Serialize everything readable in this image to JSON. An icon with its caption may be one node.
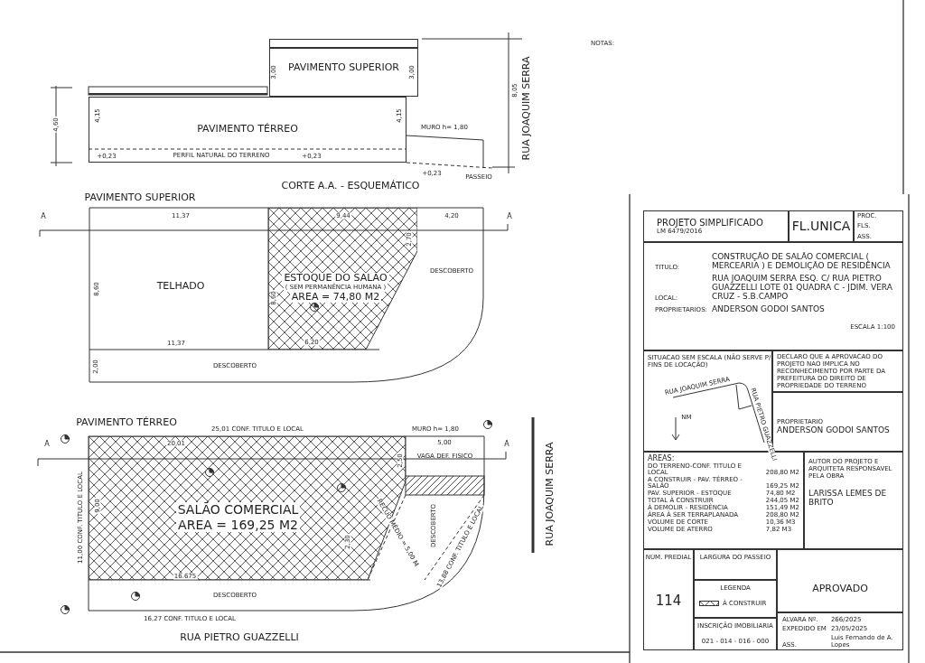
{
  "diagram": {
    "nodes": [
      {
        "text": [
          "PAVIMENTO SUPERIOR"
        ]
      },
      {
        "text": [
          "PAVIMENTO TÉRREO"
        ]
      },
      {
        "text": [
          "TELHADO"
        ]
      },
      {
        "text": [
          "ESTOQUE DO SALÃO",
          "( SEM PERMANÊNCIA HUMANA )",
          "AREA = 74,80 M2"
        ]
      },
      {
        "text": [
          "DESCOBERTO"
        ]
      },
      {
        "text": [
          "DESCOBERTO"
        ]
      },
      {
        "text": [
          "SALÃO COMERCIAL",
          "AREA = 169,25 M2"
        ]
      },
      {
        "text": [
          "DESCOBERTO"
        ]
      },
      {
        "text": [
          "DESCOBERTO"
        ]
      },
      {
        "text": [
          "VAGA DEF. FISICO"
        ]
      },
      {
        "text": [
          "PROJETO SIMPLIFICADO",
          "LM 6479/2016"
        ]
      },
      {
        "text": [
          "FL.UNICA"
        ]
      },
      {
        "text": [
          "PROC.",
          "FLS.",
          "ASS."
        ]
      },
      {
        "text": [
          "TITULO:",
          "CONSTRUÇÃO DE SALÃO COMERCIAL ( MERCEARIA ) E DEMOLIÇÃO DE RESIDÊNCIA",
          "LOCAL:",
          "RUA JOAQUIM SERRA ESQ. C/ RUA PIETRO GUAZZELLI LOTE 01 QUADRA C - JDIM. VERA CRUZ - S.B.CAMPO",
          "PROPRIETARIOS:",
          "ANDERSON GODOI SANTOS",
          "ESCALA 1:100"
        ]
      },
      {
        "text": [
          "SITUACAO SEM ESCALA (NÃO SERVE P/ FINS DE LOCAÇÃO)"
        ]
      },
      {
        "text": [
          "DECLARO QUE A APROVACAO DO PROJETO NAO IMPLICA NO RECONHECIMENTO POR PARTE DA PREFEITURA DO DIREITO DE PROPRIEDADE DO TERRENO"
        ]
      },
      {
        "text": [
          "PROPRIETARIO",
          "ANDERSON GODOI SANTOS"
        ]
      },
      {
        "text": [
          "AREAS:",
          "DO TERRENO-CONF. TITULO E LOCAL",
          "208,80 M2",
          "A CONSTRUIR - PAV. TÉRREO - SALÃO",
          "169,25 M2",
          "PAV. SUPERIOR - ESTOQUE",
          "74,80 M2",
          "TOTAL À CONSTRUIR",
          "244,05 M2",
          "À DEMOLIR - RESIDÊNCIA",
          "151,49 M2",
          "ÁREA À SER TERRAPLANADA",
          "208,80 M2",
          "VOLUME DE CORTE",
          "10,36 M3",
          "VOLUME DE ATERRO",
          "7,82 M3"
        ]
      },
      {
        "text": [
          "AUTOR DO PROJETO E ARQUITETA RESPONSAVEL PELA OBRA",
          "LARISSA LEMES DE BRITO"
        ]
      },
      {
        "text": [
          "NUM. PREDIAL",
          "114"
        ]
      },
      {
        "text": [
          "LARGURA DO PASSEIO"
        ]
      },
      {
        "text": [
          "LEGENDA"
        ]
      },
      {
        "text": [
          "INSCRIÇÃO IMOBILIARIA",
          "021 - 014 - 016 - 000"
        ]
      },
      {
        "text": [
          "APROVADO"
        ]
      },
      {
        "text": [
          "ALVARA Nº.",
          "266/2025",
          "EXPEDIDO EM",
          "23/05/2025",
          "ASS.",
          "Luis Fernando de A. Lopes"
        ]
      }
    ],
    "labels": [
      "4,60",
      "4,15",
      "3,00",
      "3,00",
      "4,15",
      "8,05",
      "RUA JOAQUIM SERRA",
      "MURO h= 1,80",
      "+0,23",
      "PERFIL NATURAL DO TERRENO",
      "+0,23",
      "+0,23",
      "PASSEIO",
      "CORTE A.A. - ESQUEMÁTICO",
      "PAVIMENTO SUPERIOR",
      "A",
      "11,37",
      "9,44",
      "4,20",
      "A",
      "2,70",
      "8,60",
      "8,60",
      "11,37",
      "6,20",
      "2,00",
      "PAVIMENTO TÉRREO",
      "25,01 CONF. TITULO E LOCAL",
      "MURO h= 1,80",
      "A",
      "20,01",
      "5,00",
      "A",
      "2,50",
      "11,00 CONF. TITULO E LOCAL",
      "9,00",
      "RECUO MÉDIO = 5,00 M",
      "2,30",
      "13,88 CONF. TITULO E LOCAL",
      "RUA JOAQUIM SERRA",
      "16.675",
      "16,27 CONF. TITULO E LOCAL",
      "RUA PIETRO GUAZZELLI",
      "NOTAS:",
      "RUA JOAQUIM SERRA",
      "RUA PIETRO GUAZZELLI",
      "NM"
    ],
    "legend": [
      {
        "text": "À CONSTRUIR"
      }
    ]
  }
}
